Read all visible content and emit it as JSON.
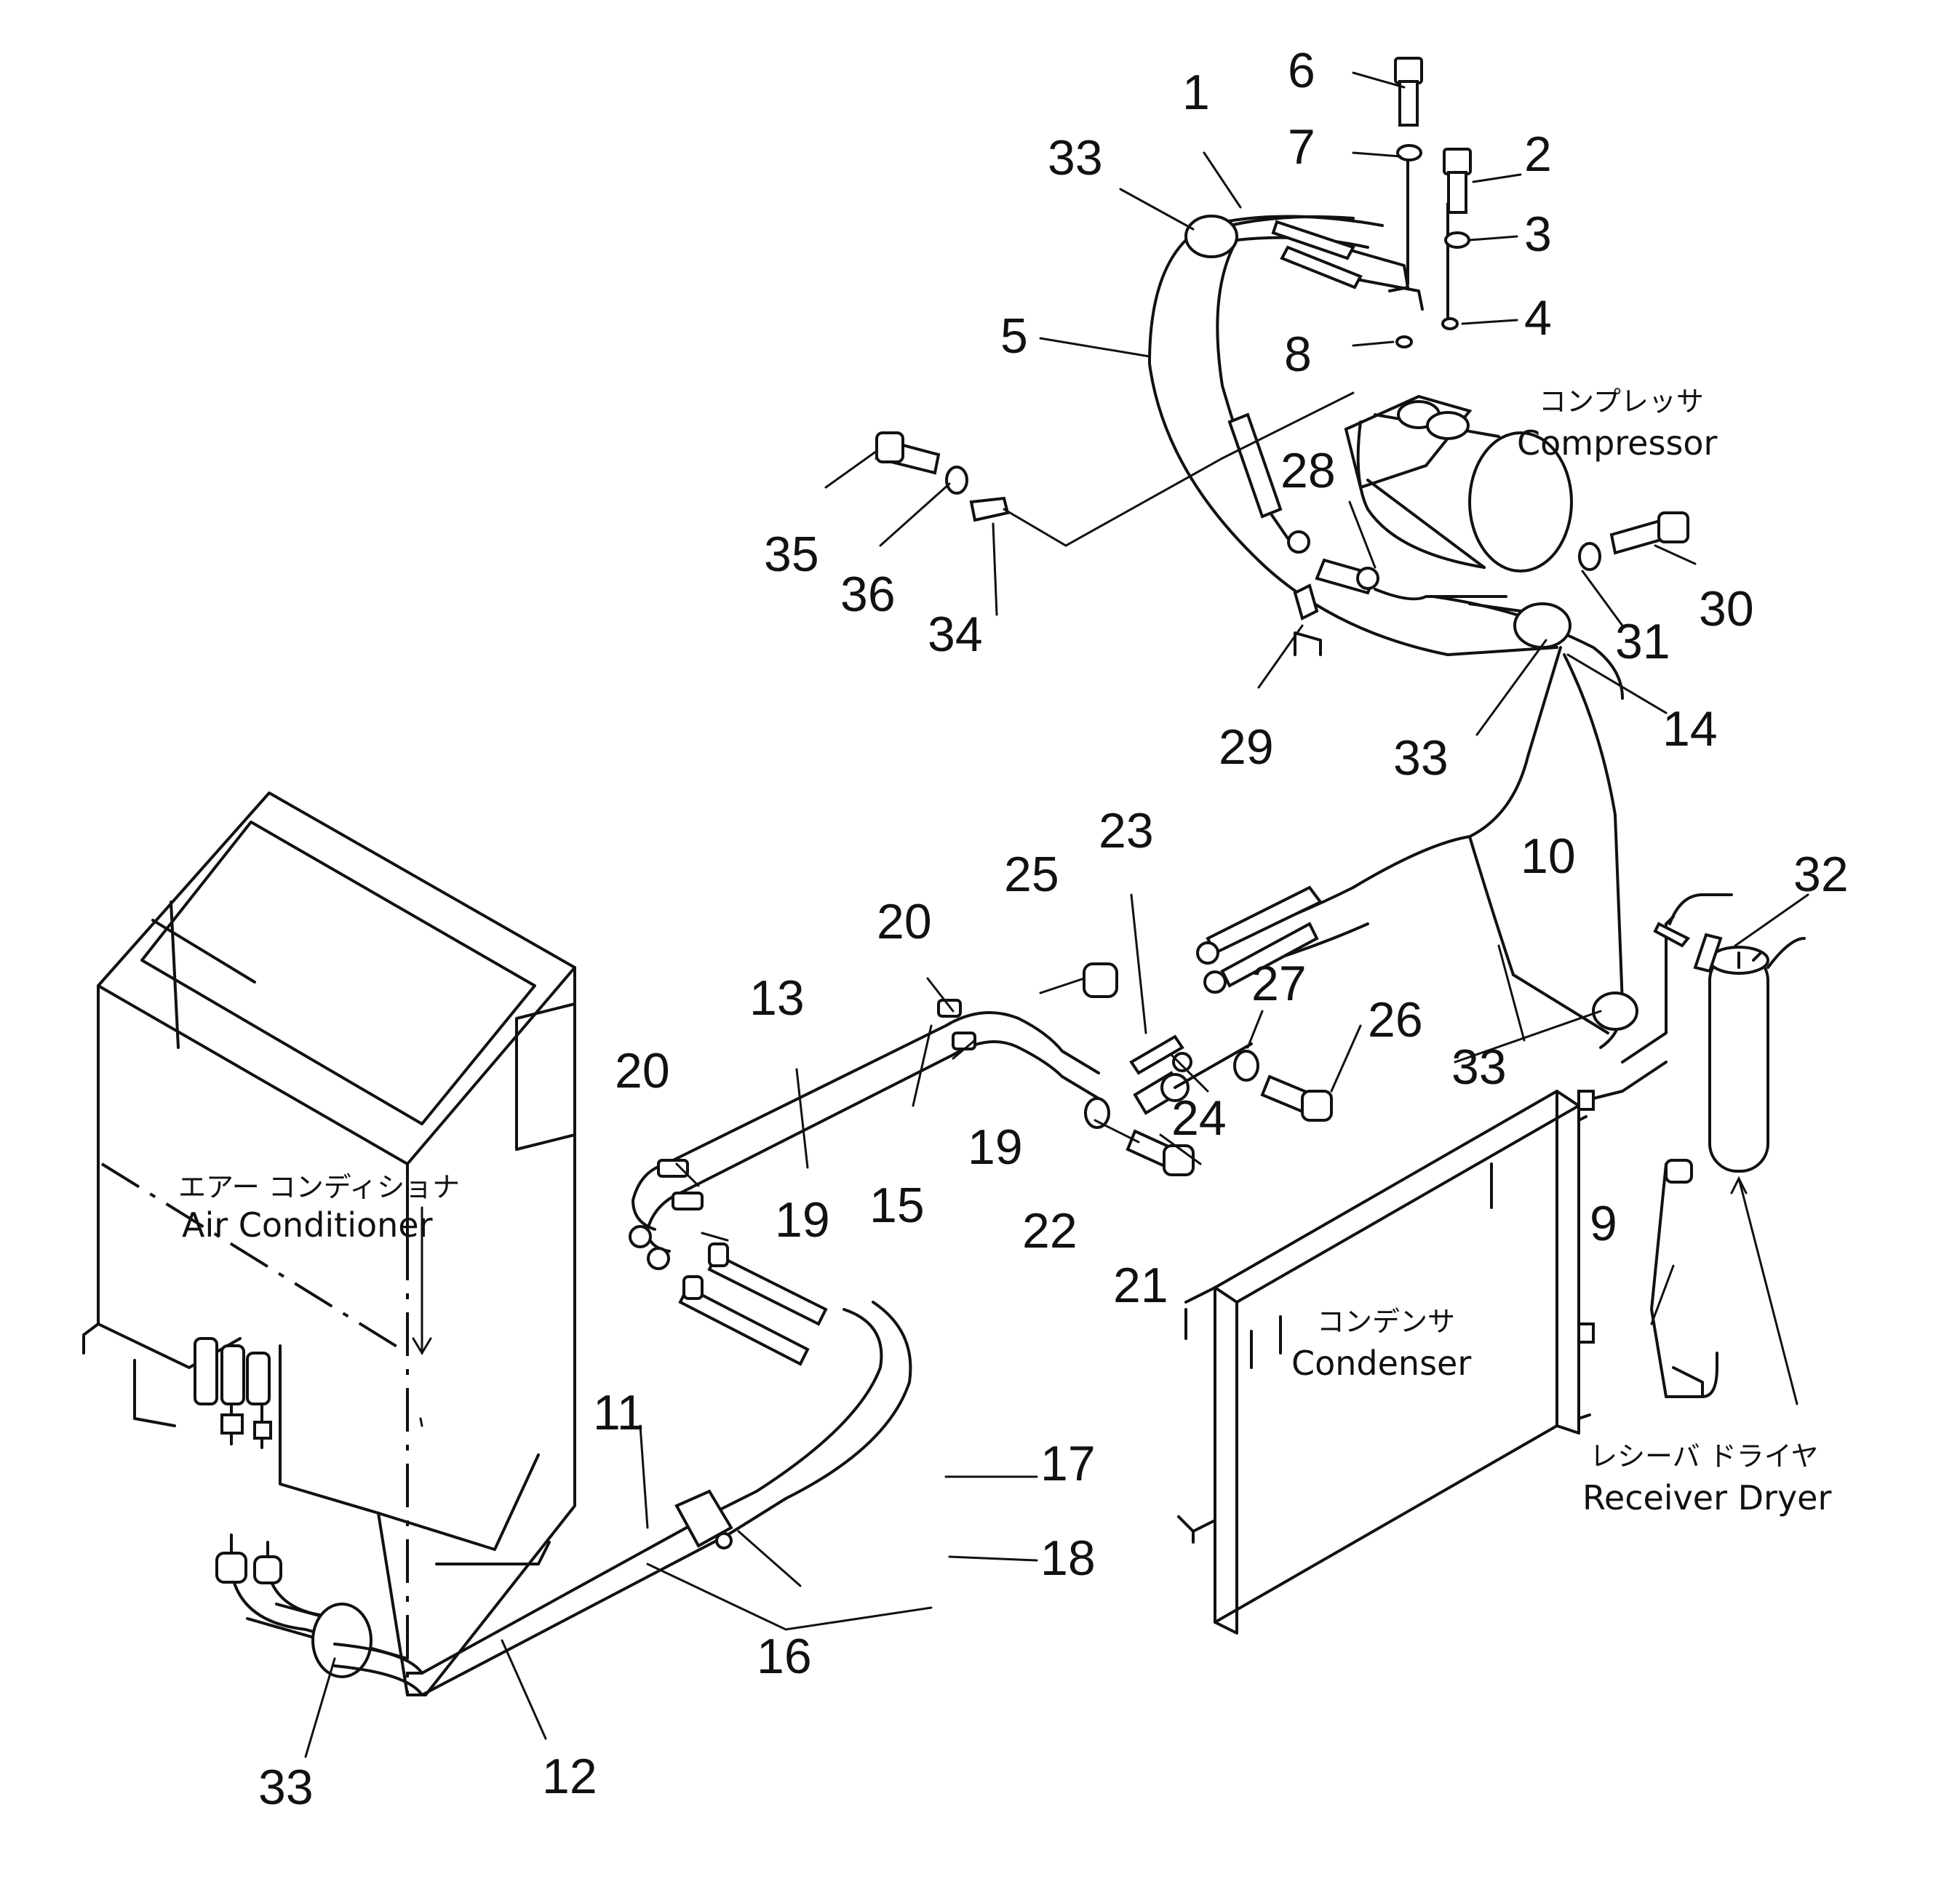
{
  "labels": {
    "compressor_jp": "コンプレッサ",
    "compressor_en": "Compressor",
    "aircon_jp": "エアー コンディショナ",
    "aircon_en": "Air Conditioner",
    "condenser_jp": "コンデンサ",
    "condenser_en": "Condenser",
    "receiver_jp": "レシーバ ドライヤ",
    "receiver_en": "Receiver Dryer"
  },
  "callouts": {
    "p1": "1",
    "p2": "2",
    "p3": "3",
    "p4": "4",
    "p5": "5",
    "p6": "6",
    "p7": "7",
    "p8": "8",
    "p9": "9",
    "p10": "10",
    "p11": "11",
    "p12": "12",
    "p13": "13",
    "p14": "14",
    "p15": "15",
    "p16": "16",
    "p17": "17",
    "p18": "18",
    "p19": "19",
    "p20": "20",
    "p21": "21",
    "p22": "22",
    "p23": "23",
    "p24": "24",
    "p25": "25",
    "p26": "26",
    "p27": "27",
    "p28": "28",
    "p29": "29",
    "p30": "30",
    "p31": "31",
    "p32": "32",
    "p33": "33",
    "p34": "34",
    "p35": "35",
    "p36": "36"
  }
}
